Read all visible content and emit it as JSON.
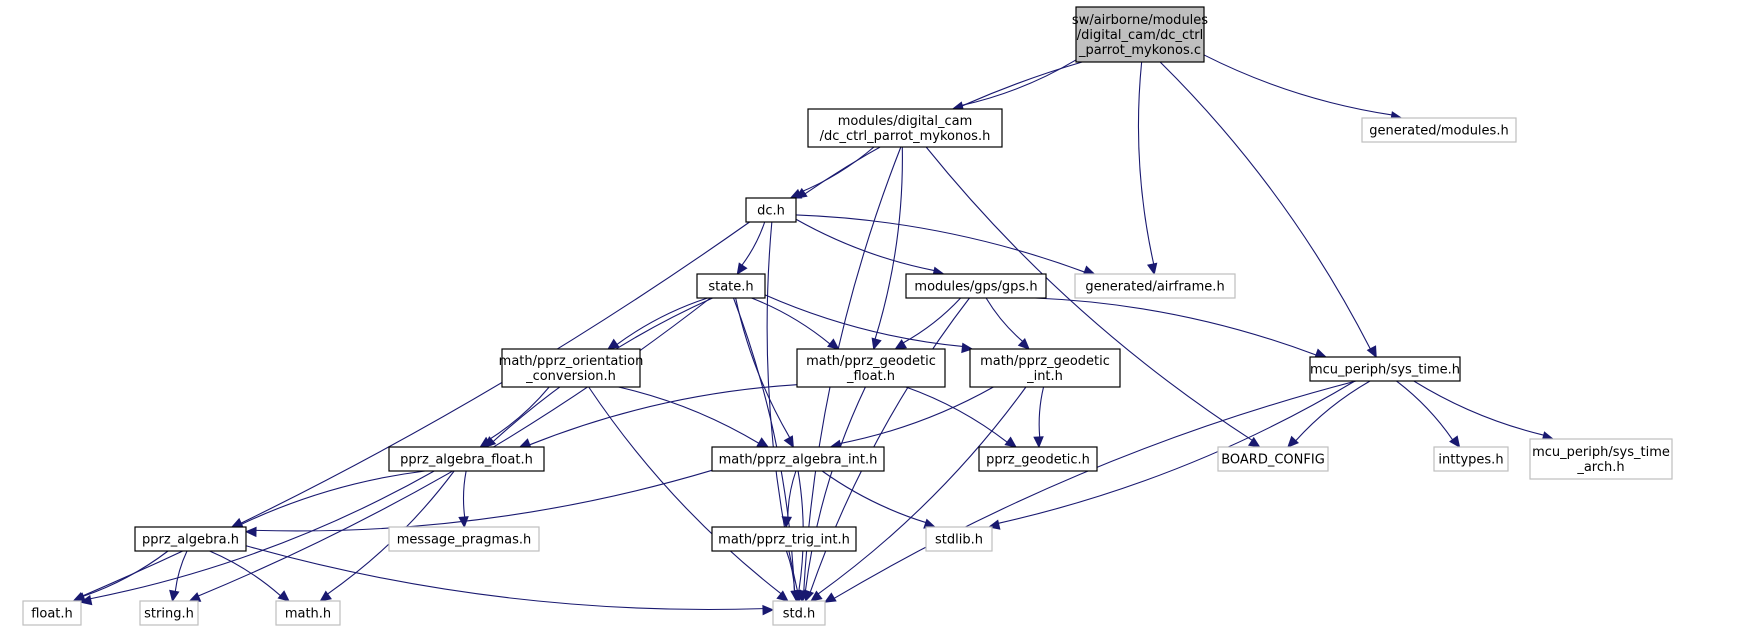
{
  "graph": {
    "title": "Include dependency graph for dc_ctrl_parrot_mykonos.c",
    "colors": {
      "edge": "#191970",
      "root_fill": "#bfbfbf",
      "local_border": "#000000",
      "external_border": "#bfbfbf"
    },
    "nodes": [
      {
        "id": "root",
        "kind": "root",
        "lines": [
          "sw/airborne/modules",
          "/digital_cam/dc_ctrl",
          "_parrot_mykonos.c"
        ]
      },
      {
        "id": "dc_ctrl_h",
        "kind": "local",
        "lines": [
          "modules/digital_cam",
          "/dc_ctrl_parrot_mykonos.h"
        ]
      },
      {
        "id": "generated_modules",
        "kind": "external",
        "lines": [
          "generated/modules.h"
        ]
      },
      {
        "id": "dc_h",
        "kind": "local",
        "lines": [
          "dc.h"
        ]
      },
      {
        "id": "state_h",
        "kind": "local",
        "lines": [
          "state.h"
        ]
      },
      {
        "id": "gps_h",
        "kind": "local",
        "lines": [
          "modules/gps/gps.h"
        ]
      },
      {
        "id": "generated_airframe",
        "kind": "external",
        "lines": [
          "generated/airframe.h"
        ]
      },
      {
        "id": "orientation",
        "kind": "local",
        "lines": [
          "math/pprz_orientation",
          "_conversion.h"
        ]
      },
      {
        "id": "geodetic_float",
        "kind": "local",
        "lines": [
          "math/pprz_geodetic",
          "_float.h"
        ]
      },
      {
        "id": "geodetic_int",
        "kind": "local",
        "lines": [
          "math/pprz_geodetic",
          "_int.h"
        ]
      },
      {
        "id": "sys_time",
        "kind": "local",
        "lines": [
          "mcu_periph/sys_time.h"
        ]
      },
      {
        "id": "algebra_float",
        "kind": "local",
        "lines": [
          "pprz_algebra_float.h"
        ]
      },
      {
        "id": "algebra_int",
        "kind": "local",
        "lines": [
          "math/pprz_algebra_int.h"
        ]
      },
      {
        "id": "pprz_geodetic",
        "kind": "local",
        "lines": [
          "pprz_geodetic.h"
        ]
      },
      {
        "id": "board_config",
        "kind": "external",
        "lines": [
          "BOARD_CONFIG"
        ]
      },
      {
        "id": "inttypes",
        "kind": "external",
        "lines": [
          "inttypes.h"
        ]
      },
      {
        "id": "sys_time_arch",
        "kind": "external",
        "lines": [
          "mcu_periph/sys_time",
          "_arch.h"
        ]
      },
      {
        "id": "pprz_algebra",
        "kind": "local",
        "lines": [
          "pprz_algebra.h"
        ]
      },
      {
        "id": "message_pragmas",
        "kind": "external",
        "lines": [
          "message_pragmas.h"
        ]
      },
      {
        "id": "trig_int",
        "kind": "local",
        "lines": [
          "math/pprz_trig_int.h"
        ]
      },
      {
        "id": "stdlib",
        "kind": "external",
        "lines": [
          "stdlib.h"
        ]
      },
      {
        "id": "float_h",
        "kind": "external",
        "lines": [
          "float.h"
        ]
      },
      {
        "id": "string_h",
        "kind": "external",
        "lines": [
          "string.h"
        ]
      },
      {
        "id": "math_h",
        "kind": "external",
        "lines": [
          "math.h"
        ]
      },
      {
        "id": "std_h",
        "kind": "external",
        "lines": [
          "std.h"
        ]
      }
    ],
    "edges": [
      [
        "root",
        "dc_h"
      ],
      [
        "root",
        "dc_ctrl_h"
      ],
      [
        "root",
        "generated_airframe"
      ],
      [
        "root",
        "sys_time"
      ],
      [
        "root",
        "generated_modules"
      ],
      [
        "dc_ctrl_h",
        "dc_h"
      ],
      [
        "dc_ctrl_h",
        "std_h"
      ],
      [
        "dc_ctrl_h",
        "geodetic_float"
      ],
      [
        "dc_ctrl_h",
        "board_config"
      ],
      [
        "dc_h",
        "float_h"
      ],
      [
        "dc_h",
        "std_h"
      ],
      [
        "dc_h",
        "state_h"
      ],
      [
        "dc_h",
        "gps_h"
      ],
      [
        "dc_h",
        "generated_airframe"
      ],
      [
        "state_h",
        "algebra_float"
      ],
      [
        "state_h",
        "string_h"
      ],
      [
        "state_h",
        "orientation"
      ],
      [
        "state_h",
        "std_h"
      ],
      [
        "state_h",
        "algebra_int"
      ],
      [
        "state_h",
        "geodetic_float"
      ],
      [
        "state_h",
        "geodetic_int"
      ],
      [
        "gps_h",
        "geodetic_float"
      ],
      [
        "gps_h",
        "geodetic_int"
      ],
      [
        "gps_h",
        "sys_time"
      ],
      [
        "gps_h",
        "std_h"
      ],
      [
        "orientation",
        "algebra_float"
      ],
      [
        "orientation",
        "std_h"
      ],
      [
        "orientation",
        "algebra_int"
      ],
      [
        "geodetic_float",
        "algebra_float"
      ],
      [
        "geodetic_float",
        "pprz_geodetic"
      ],
      [
        "geodetic_float",
        "std_h"
      ],
      [
        "geodetic_int",
        "algebra_int"
      ],
      [
        "geodetic_int",
        "pprz_geodetic"
      ],
      [
        "geodetic_int",
        "std_h"
      ],
      [
        "sys_time",
        "board_config"
      ],
      [
        "sys_time",
        "stdlib"
      ],
      [
        "sys_time",
        "std_h"
      ],
      [
        "sys_time",
        "inttypes"
      ],
      [
        "sys_time",
        "sys_time_arch"
      ],
      [
        "algebra_float",
        "float_h"
      ],
      [
        "algebra_float",
        "pprz_algebra"
      ],
      [
        "algebra_float",
        "math_h"
      ],
      [
        "algebra_float",
        "message_pragmas"
      ],
      [
        "algebra_int",
        "pprz_algebra"
      ],
      [
        "algebra_int",
        "trig_int"
      ],
      [
        "algebra_int",
        "std_h"
      ],
      [
        "algebra_int",
        "stdlib"
      ],
      [
        "pprz_algebra",
        "float_h"
      ],
      [
        "pprz_algebra",
        "string_h"
      ],
      [
        "pprz_algebra",
        "math_h"
      ],
      [
        "pprz_algebra",
        "std_h"
      ],
      [
        "trig_int",
        "std_h"
      ]
    ]
  }
}
